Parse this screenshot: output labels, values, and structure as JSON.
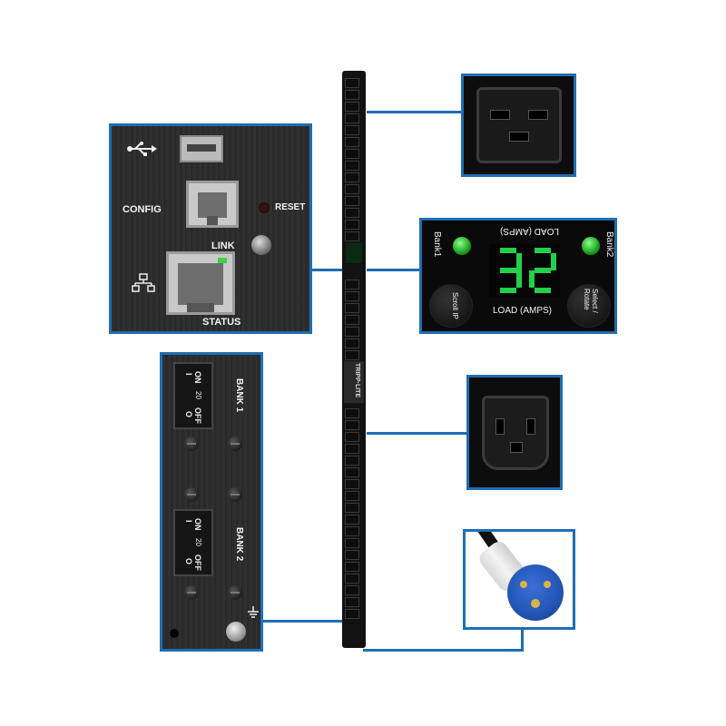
{
  "io_panel": {
    "config_label": "CONFIG",
    "reset_label": "RESET",
    "link_label": "LINK",
    "status_label": "STATUS",
    "usb_icon": "usb-icon",
    "network_icon": "network-icon"
  },
  "display": {
    "load_label_top": "LOAD (AMPS)",
    "load_label": "LOAD (AMPS)",
    "value": "32",
    "bank1_label": "Bank1",
    "bank2_label": "Bank2",
    "scroll_label": "Scroll IP",
    "select_label": "Select / Rotate",
    "digit_color": "#22d04a"
  },
  "breaker_panel": {
    "bank1_label": "BANK 1",
    "bank2_label": "BANK 2",
    "on_label": "ON",
    "on_symbol": "I",
    "off_label": "OFF",
    "off_symbol": "O",
    "rating": "20",
    "ground_icon": "ground-icon"
  },
  "pdu": {
    "logo": "TRIPP·LITE"
  },
  "colors": {
    "accent": "#1f6db5",
    "plug_blue": "#2457b8"
  }
}
